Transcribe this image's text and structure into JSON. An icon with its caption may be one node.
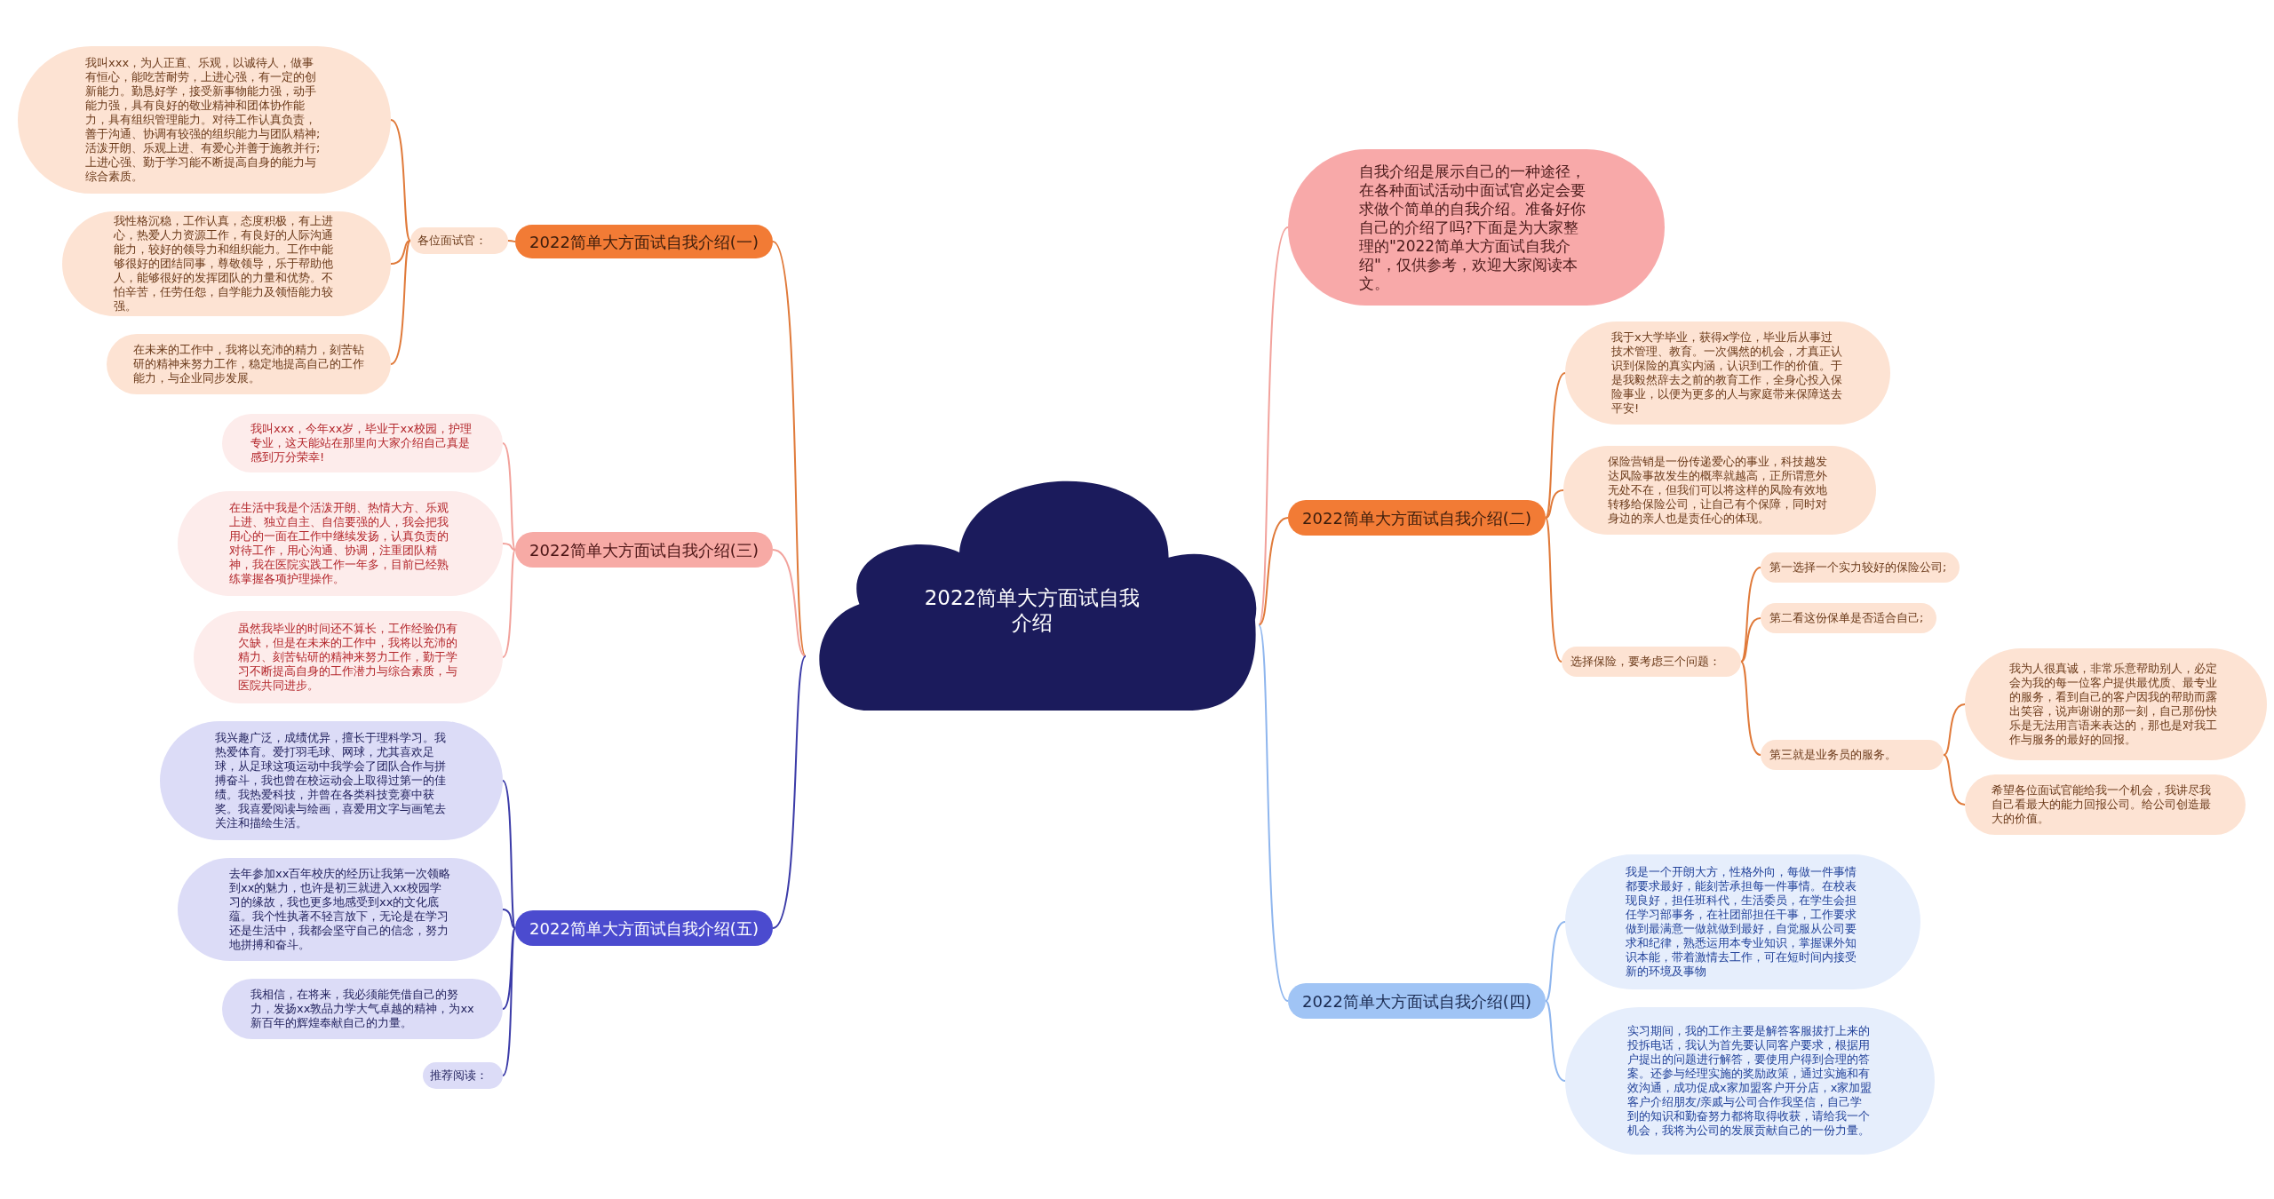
{
  "diagram": {
    "nodes": [
      {
        "text": [
          "2022简单大方面试自我介绍"
        ]
      },
      {
        "text": [
          "2022简单大方面试自我介绍(一)"
        ]
      },
      {
        "text": [
          "各位面试官："
        ]
      },
      {
        "text": [
          "我叫xxx，为人正直、乐观，以诚待人，做事有恒心，能吃苦耐劳，上进心强，有一定的创新能力。勤恳好学，接受新事物能力强，动手能力强，具有良好的敬业精神和团体协作能力，具有组织管理能力。对待工作认真负责，善于沟通、协调有较强的组织能力与团队精神;活泼开朗、乐观上进、有爱心并善于施教并行;上进心强、勤于学习能不断提高自身的能力与综合素质。"
        ]
      },
      {
        "text": [
          "我性格沉稳，工作认真，态度积极，有上进心，热爱人力资源工作，有良好的人际沟通能力，较好的领导力和组织能力。工作中能够很好的团结同事，尊敬领导，乐于帮助他人，能够很好的发挥团队的力量和优势。不怕辛苦，任劳任怨，自学能力及领悟能力较强。"
        ]
      },
      {
        "text": [
          "在未来的工作中，我将以充沛的精力，刻苦钻研的精神来努力工作，稳定地提高自己的工作能力，与企业同步发展。"
        ]
      },
      {
        "text": [
          "2022简单大方面试自我介绍(三)"
        ]
      },
      {
        "text": [
          "我叫xxx，今年xx岁，毕业于xx校园，护理专业，这天能站在那里向大家介绍自己真是感到万分荣幸!"
        ]
      },
      {
        "text": [
          "在生活中我是个活泼开朗、热情大方、乐观上进、独立自主、自信要强的人，我会把我用心的一面在工作中继续发扬，认真负责的对待工作，用心沟通、协调，注重团队精神，我在医院实践工作一年多，目前已经熟练掌握各项护理操作。"
        ]
      },
      {
        "text": [
          "虽然我毕业的时间还不算长，工作经验仍有欠缺，但是在未来的工作中，我将以充沛的精力、刻苦钻研的精神来努力工作，勤于学习不断提高自身的工作潜力与综合素质，与医院共同进步。"
        ]
      },
      {
        "text": [
          "2022简单大方面试自我介绍(五)"
        ]
      },
      {
        "text": [
          "我兴趣广泛，成绩优异，擅长于理科学习。我热爱体育。爱打羽毛球、网球，尤其喜欢足球，从足球这项运动中我学会了团队合作与拼搏奋斗，我也曾在校运动会上取得过第一的佳绩。我热爱科技，并曾在各类科技竞赛中获奖。我喜爱阅读与绘画，喜爱用文字与画笔去关注和描绘生活。"
        ]
      },
      {
        "text": [
          "去年参加xx百年校庆的经历让我第一次领略到xx的魅力，也许是初三就进入xx校园学习的缘故，我也更多地感受到xx的文化底蕴。我个性执著不轻言放下，无论是在学习还是生活中，我都会坚守自己的信念，努力地拼搏和奋斗。"
        ]
      },
      {
        "text": [
          "我相信，在将来，我必须能凭借自己的努力，发扬xx敦品力学大气卓越的精神，为xx新百年的辉煌奉献自己的力量。"
        ]
      },
      {
        "text": [
          "推荐阅读："
        ]
      },
      {
        "text": [
          "自我介绍是展示自己的一种途径，在各种面试活动中面试官必定会要求做个简单的自我介绍。准备好你自己的介绍了吗?下面是为大家整理的\"2022简单大方面试自我介绍\"，仅供参考，欢迎大家阅读本文。"
        ]
      },
      {
        "text": [
          "2022简单大方面试自我介绍(二)"
        ]
      },
      {
        "text": [
          "我于x大学毕业，获得x学位，毕业后从事过技术管理、教育。一次偶然的机会，才真正认识到保险的真实内涵，认识到工作的价值。于是我毅然辞去之前的教育工作，全身心投入保险事业，以便为更多的人与家庭带来保障送去平安!"
        ]
      },
      {
        "text": [
          "保险营销是一份传递爱心的事业，科技越发达风险事故发生的概率就越高，正所谓意外无处不在，但我们可以将这样的风险有效地转移给保险公司，让自己有个保障，同时对身边的亲人也是责任心的体现。"
        ]
      },
      {
        "text": [
          "选择保险，要考虑三个问题："
        ]
      },
      {
        "text": [
          "第一选择一个实力较好的保险公司;"
        ]
      },
      {
        "text": [
          "第二看这份保单是否适合自己;"
        ]
      },
      {
        "text": [
          "第三就是业务员的服务。"
        ]
      },
      {
        "text": [
          "我为人很真诚，非常乐意帮助别人，必定会为我的每一位客户提供最优质、最专业的服务，看到自己的客户因我的帮助而露出笑容，说声谢谢的那一刻，自己那份快乐是无法用言语来表达的，那也是对我工作与服务的最好的回报。"
        ]
      },
      {
        "text": [
          "希望各位面试官能给我一个机会，我讲尽我自己看最大的能力回报公司。给公司创造最大的价值。"
        ]
      },
      {
        "text": [
          "2022简单大方面试自我介绍(四)"
        ]
      },
      {
        "text": [
          "我是一个开朗大方，性格外向，每做一件事情都要求最好，能刻苦承担每一件事情。在校表现良好，担任班科代，生活委员，在学生会担任学习部事务，在社团部担任干事，工作要求做到最满意一做就做到最好，自觉服从公司要求和纪律，熟悉运用本专业知识，掌握课外知识本能，带着激情去工作，可在短时间内接受新的环境及事物"
        ]
      },
      {
        "text": [
          "实习期间，我的工作主要是解答客服拔打上来的投拆电话，我认为首先要认同客户要求，根据用户提出的问题进行解答，要使用户得到合理的答案。还参与经理实施的奖励政策，通过实施和有效沟通，成功促成x家加盟客户开分店，x家加盟客户介绍朋友/亲戚与公司合作我坚信，自己学到的知识和勤奋努力都将取得收获，请给我一个机会，我将为公司的发展贡献自己的一份力量。"
        ]
      }
    ],
    "edges": [
      {
        "from": 0,
        "to": 1,
        "arrow": "none"
      },
      {
        "from": 1,
        "to": 2,
        "arrow": "none"
      },
      {
        "from": 2,
        "to": 3,
        "arrow": "none"
      },
      {
        "from": 2,
        "to": 4,
        "arrow": "none"
      },
      {
        "from": 2,
        "to": 5,
        "arrow": "none"
      },
      {
        "from": 0,
        "to": 6,
        "arrow": "none",
        "color": "#f2a29c"
      },
      {
        "from": 6,
        "to": 7,
        "arrow": "none",
        "color": "#f2a29c"
      },
      {
        "from": 6,
        "to": 8,
        "arrow": "none",
        "color": "#f2a29c"
      },
      {
        "from": 6,
        "to": 9,
        "arrow": "none",
        "color": "#f2a29c"
      },
      {
        "from": 0,
        "to": 10,
        "arrow": "none",
        "color": "#3b3ba8"
      },
      {
        "from": 10,
        "to": 11,
        "arrow": "none",
        "color": "#3b3ba8"
      },
      {
        "from": 10,
        "to": 12,
        "arrow": "none",
        "color": "#3b3ba8"
      },
      {
        "from": 10,
        "to": 13,
        "arrow": "none",
        "color": "#3b3ba8"
      },
      {
        "from": 10,
        "to": 14,
        "arrow": "none",
        "color": "#3b3ba8"
      },
      {
        "from": 0,
        "to": 15,
        "arrow": "none",
        "color": "#f2a29c"
      },
      {
        "from": 0,
        "to": 16,
        "arrow": "none"
      },
      {
        "from": 16,
        "to": 17,
        "arrow": "none"
      },
      {
        "from": 16,
        "to": 18,
        "arrow": "none"
      },
      {
        "from": 16,
        "to": 19,
        "arrow": "none"
      },
      {
        "from": 19,
        "to": 20,
        "arrow": "none"
      },
      {
        "from": 19,
        "to": 21,
        "arrow": "none"
      },
      {
        "from": 19,
        "to": 22,
        "arrow": "none"
      },
      {
        "from": 22,
        "to": 23,
        "arrow": "none"
      },
      {
        "from": 22,
        "to": 24,
        "arrow": "none"
      },
      {
        "from": 0,
        "to": 25,
        "arrow": "none",
        "color": "#8fb6ee"
      },
      {
        "from": 25,
        "to": 26,
        "arrow": "none",
        "color": "#8fb6ee"
      },
      {
        "from": 25,
        "to": 27,
        "arrow": "none",
        "color": "#8fb6ee"
      }
    ]
  }
}
